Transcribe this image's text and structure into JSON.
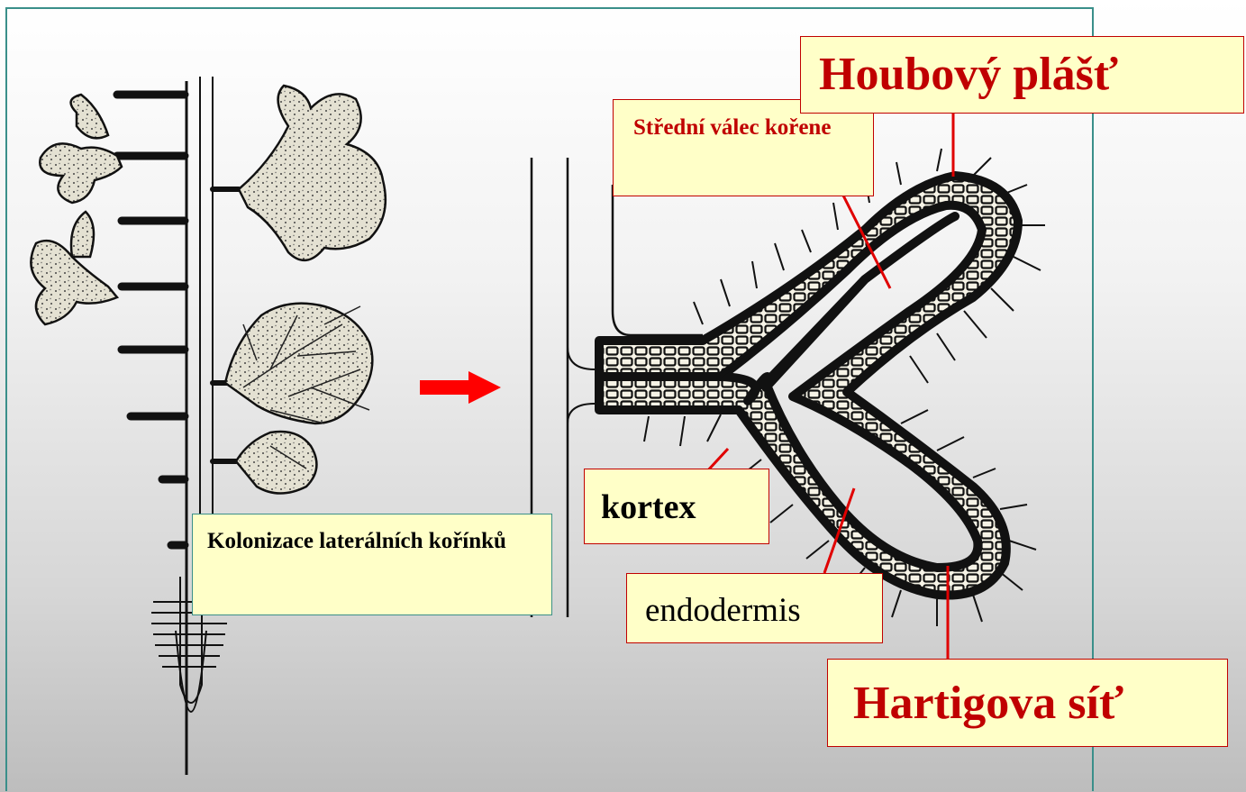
{
  "labels": {
    "kolonizace": "Kolonizace laterálních kořínků",
    "stredni_valec": "Střední válec kořene",
    "houbovy_plast": "Houbový plášť",
    "kortex": "kortex",
    "endodermis": "endodermis",
    "hartigova_sit": "Hartigova síť"
  },
  "colors": {
    "accent_red": "#c00000",
    "box_fill": "#ffffc8",
    "frame_teal": "#3a8f8a",
    "arrow_red": "#ff0000"
  }
}
